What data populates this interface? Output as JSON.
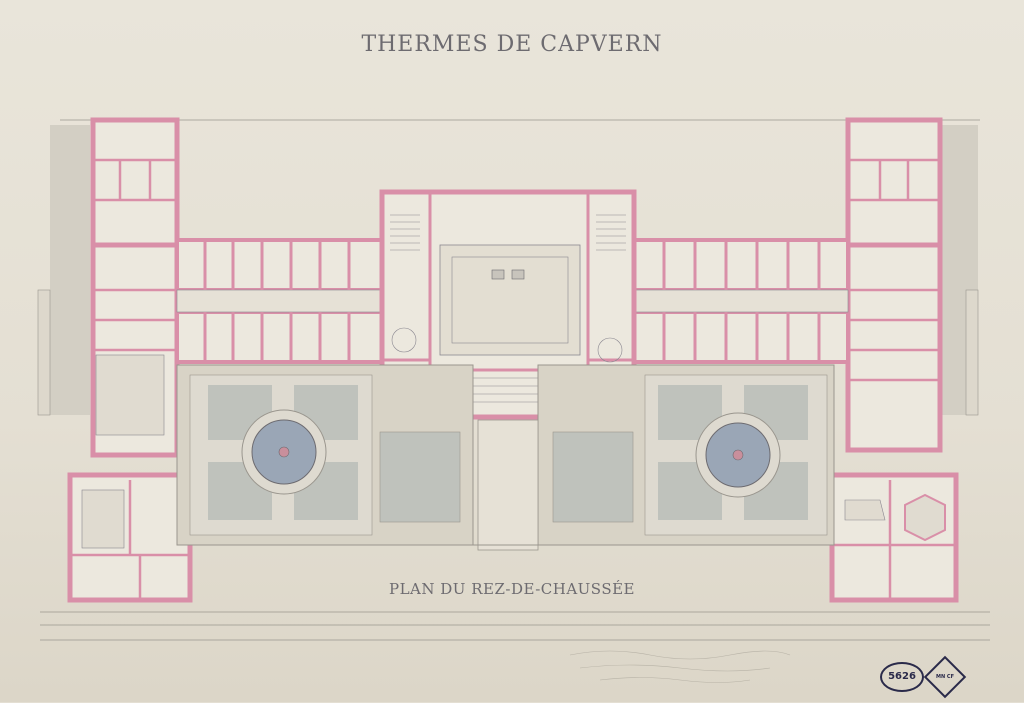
{
  "drawing": {
    "title": "THERMES DE CAPVERN",
    "plan_title": "PLAN DU REZ-DE-CHAUSSÉE",
    "stamp_number": "5626",
    "stamp_mark": "MN CF"
  },
  "colors": {
    "paper": "#e4dfd3",
    "wall_pink": "#d98fa8",
    "garden_gray": "#bfc2bc",
    "basin_blue": "#9aa6b6",
    "line": "#8a8790"
  }
}
